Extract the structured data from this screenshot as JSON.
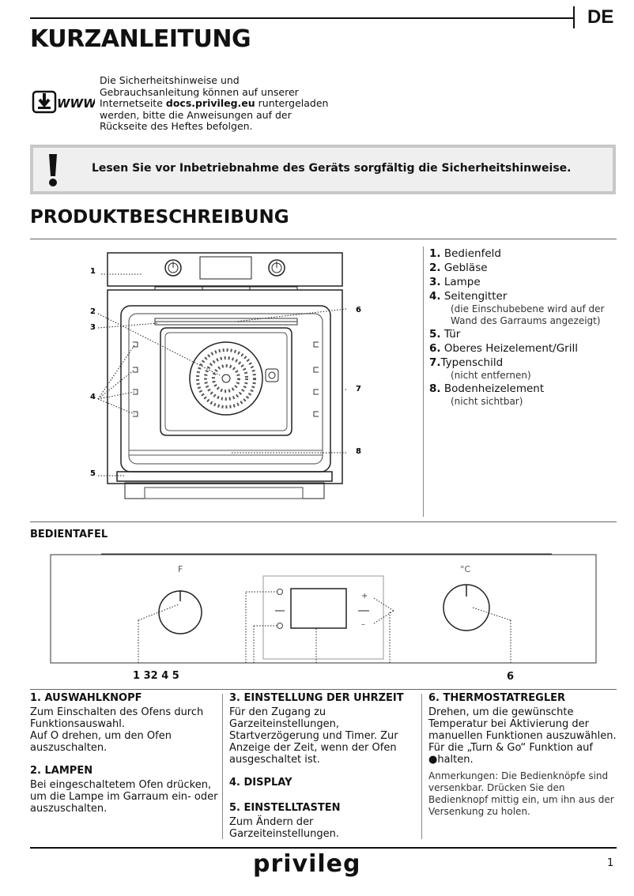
{
  "header": {
    "language": "DE",
    "title": "KURZANLEITUNG"
  },
  "download": {
    "icon": "download-www-icon",
    "icon_label": "WWW",
    "text_before": "Die Sicherheitshinweise und Gebrauchsanleitung können auf unserer Internetseite ",
    "link": "docs.privileg.eu",
    "text_after": " runtergeladen werden, bitte die Anweisungen auf der Rückseite des Heftes befolgen."
  },
  "warning": {
    "icon": "exclamation-icon",
    "text": "Lesen Sie vor Inbetriebnahme des Geräts sorgfältig die Sicherheitshinweise."
  },
  "product": {
    "title": "PRODUKTBESCHREIBUNG",
    "callouts": [
      "1",
      "2",
      "3",
      "4",
      "5",
      "6",
      "7",
      "8"
    ],
    "legend": [
      {
        "num": "1.",
        "label": "Bedienfeld",
        "sub": ""
      },
      {
        "num": "2.",
        "label": "Gebläse",
        "sub": ""
      },
      {
        "num": "3.",
        "label": "Lampe",
        "sub": ""
      },
      {
        "num": "4.",
        "label": "Seitengitter",
        "sub": "(die Einschubebene wird auf der Wand des Garraums angezeigt)"
      },
      {
        "num": "5.",
        "label": "Tür",
        "sub": ""
      },
      {
        "num": "6.",
        "label": "Oberes Heizelement/Grill",
        "sub": ""
      },
      {
        "num": "7.",
        "label": "Typenschild",
        "sub": "(nicht entfernen)"
      },
      {
        "num": "8.",
        "label": "Bodenheizelement",
        "sub": "(nicht sichtbar)"
      }
    ]
  },
  "control_panel": {
    "title": "BEDIENTAFEL",
    "knob_left_label": "F",
    "knob_right_label": "°C",
    "plus": "+",
    "minus": "–",
    "callouts_left": "1 32 4 5",
    "callout_right": "6"
  },
  "sections": {
    "s1_title": "1. AUSWAHLKNOPF",
    "s1_text_a": "Zum Einschalten des Ofens durch Funktionsauswahl.",
    "s1_text_b_pre": "Auf ",
    "s1_text_b_sym": "O",
    "s1_text_b_post": " drehen, um den Ofen auszuschalten.",
    "s2_title": "2. LAMPEN",
    "s2_text": "Bei eingeschaltetem Ofen drücken, um die Lampe im Garraum ein- oder auszuschalten.",
    "s3_title": "3. EINSTELLUNG DER UHRZEIT",
    "s3_text": "Für den Zugang zu Garzeiteinstellungen, Startverzögerung und Timer. Zur Anzeige der Zeit, wenn der Ofen ausgeschaltet ist.",
    "s4_title": "4. DISPLAY",
    "s5_title": "5. EINSTELLTASTEN",
    "s5_text": "Zum Ändern der Garzeiteinstellungen.",
    "s6_title": "6. THERMOSTATREGLER",
    "s6_text_pre": "Drehen, um die gewünschte Temperatur bei Aktivierung der manuellen Funktionen auszuwählen. Für die „Turn & Go“ Funktion auf ",
    "s6_text_sym": "●",
    "s6_text_post": "halten.",
    "s6_note": "Anmerkungen: Die Bedienknöpfe sind versenkbar. Drücken Sie den Bedienknopf mittig ein, um ihn aus der Versenkung zu holen."
  },
  "footer": {
    "brand": "privileg",
    "page": "1"
  }
}
